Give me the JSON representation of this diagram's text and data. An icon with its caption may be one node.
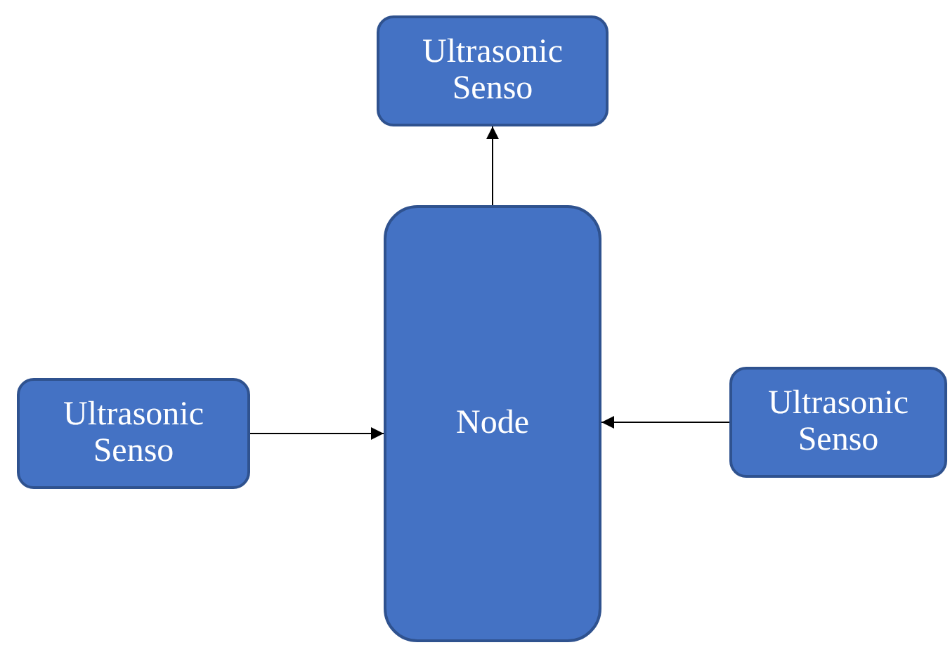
{
  "diagram": {
    "nodes": [
      {
        "text": [
          "Ultrasonic Senso"
        ]
      },
      {
        "text": [
          "Node"
        ]
      },
      {
        "text": [
          "Ultrasonic Senso"
        ]
      },
      {
        "text": [
          "Ultrasonic Senso"
        ]
      }
    ],
    "edges": [
      {
        "from": 1,
        "to": 0,
        "arrow": "to"
      },
      {
        "from": 2,
        "to": 1,
        "arrow": "to"
      },
      {
        "from": 3,
        "to": 1,
        "arrow": "to"
      }
    ]
  }
}
